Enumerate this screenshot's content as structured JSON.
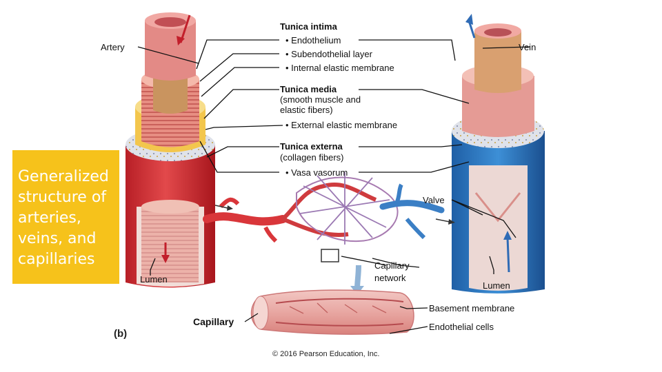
{
  "title_box": {
    "text": "Generalized structure of arteries, veins, and capillaries",
    "color": "#f6c21b"
  },
  "labels": {
    "artery": "Artery",
    "vein": "Vein",
    "tunica_intima": "Tunica intima",
    "endothelium": "• Endothelium",
    "subendothelial": "• Subendothelial layer",
    "internal_elastic": "• Internal elastic membrane",
    "tunica_media": "Tunica media",
    "tunica_media_desc1": "(smooth muscle and",
    "tunica_media_desc2": "elastic fibers)",
    "external_elastic": "• External elastic membrane",
    "tunica_externa": "Tunica externa",
    "tunica_externa_desc": "(collagen fibers)",
    "vasa_vasorum": "• Vasa vasorum",
    "valve": "Valve",
    "capillary_network1": "Capillary",
    "capillary_network2": "network",
    "lumen_left": "Lumen",
    "lumen_right": "Lumen",
    "basement_membrane": "Basement membrane",
    "endothelial_cells": "Endothelial cells",
    "capillary": "Capillary",
    "figure_letter": "(b)",
    "copyright": "© 2016 Pearson Education, Inc."
  },
  "colors": {
    "artery": "#d9363a",
    "vein": "#2f7bc4",
    "media_artery": "#e78e82",
    "elastic": "#f3c64d"
  }
}
